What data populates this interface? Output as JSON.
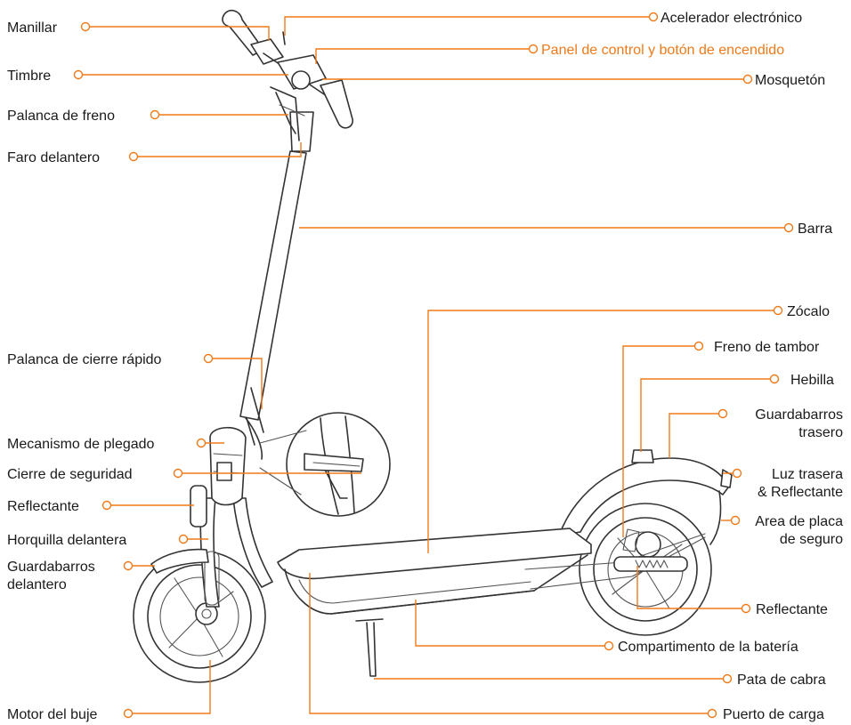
{
  "labels": {
    "manillar": "Manillar",
    "timbre": "Timbre",
    "palanca_freno": "Palanca de freno",
    "faro_delantero": "Faro delantero",
    "acelerador": "Acelerador electrónico",
    "panel_control": "Panel de control y botón de encendido",
    "mosqueton": "Mosquetón",
    "barra": "Barra",
    "zocalo": "Zócalo",
    "freno_tambor": "Freno de tambor",
    "hebilla": "Hebilla",
    "guardabarros_trasero_1": "Guardabarros",
    "guardabarros_trasero_2": "trasero",
    "luz_trasera_1": "Luz trasera",
    "luz_trasera_2": "& Reflectante",
    "area_placa_1": "Area de placa",
    "area_placa_2": "de seguro",
    "reflectante_trasero": "Reflectante",
    "compartimento_bateria": "Compartimento de la batería",
    "pata_cabra": "Pata de cabra",
    "puerto_carga": "Puerto de carga",
    "palanca_cierre_rapido": "Palanca de cierre rápido",
    "mecanismo_plegado": "Mecanismo de plegado",
    "cierre_seguridad": "Cierre de seguridad",
    "reflectante_delantero": "Reflectante",
    "horquilla_delantera": "Horquilla delantera",
    "guardabarros_delantero_1": "Guardabarros",
    "guardabarros_delantero_2": "delantero",
    "motor_buje": "Motor del buje"
  },
  "colors": {
    "accent": "#f07a1a",
    "text": "#1a1a1a",
    "line_art": "#333333"
  }
}
